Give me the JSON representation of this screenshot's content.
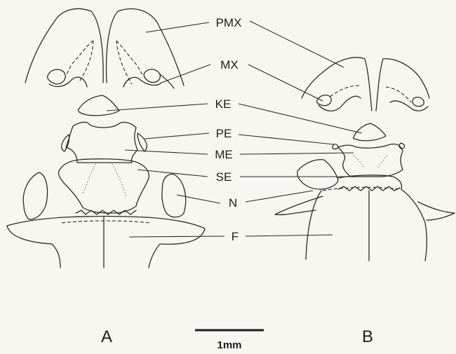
{
  "labels": {
    "pmx": "PMX",
    "mx": "MX",
    "ke": "KE",
    "pe": "PE",
    "me": "ME",
    "se": "SE",
    "n": "N",
    "f": "F"
  },
  "panels": {
    "a": "A",
    "b": "B"
  },
  "scale_bar": {
    "text": "1mm"
  }
}
